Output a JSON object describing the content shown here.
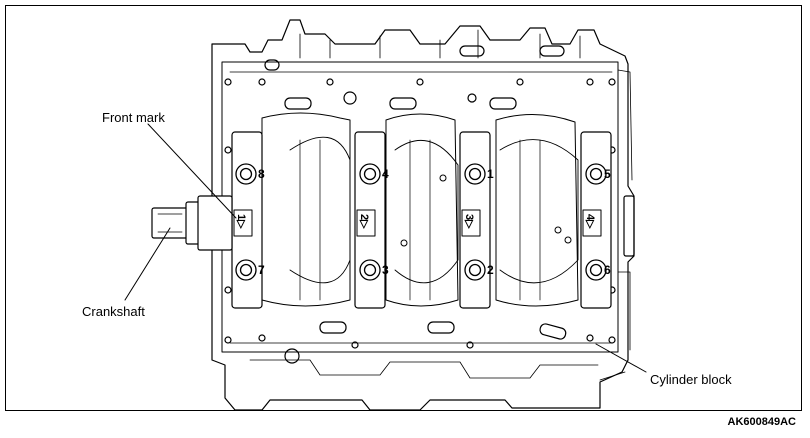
{
  "labels": {
    "front_mark": "Front mark",
    "crankshaft": "Crankshaft",
    "cylinder_block": "Cylinder block"
  },
  "figure_code": "AK600849AC",
  "bolt_numbers": [
    "8",
    "7",
    "4",
    "3",
    "1",
    "2",
    "5",
    "6"
  ],
  "cap_marks": [
    "1▷",
    "2▷",
    "3▷",
    "4▷"
  ]
}
